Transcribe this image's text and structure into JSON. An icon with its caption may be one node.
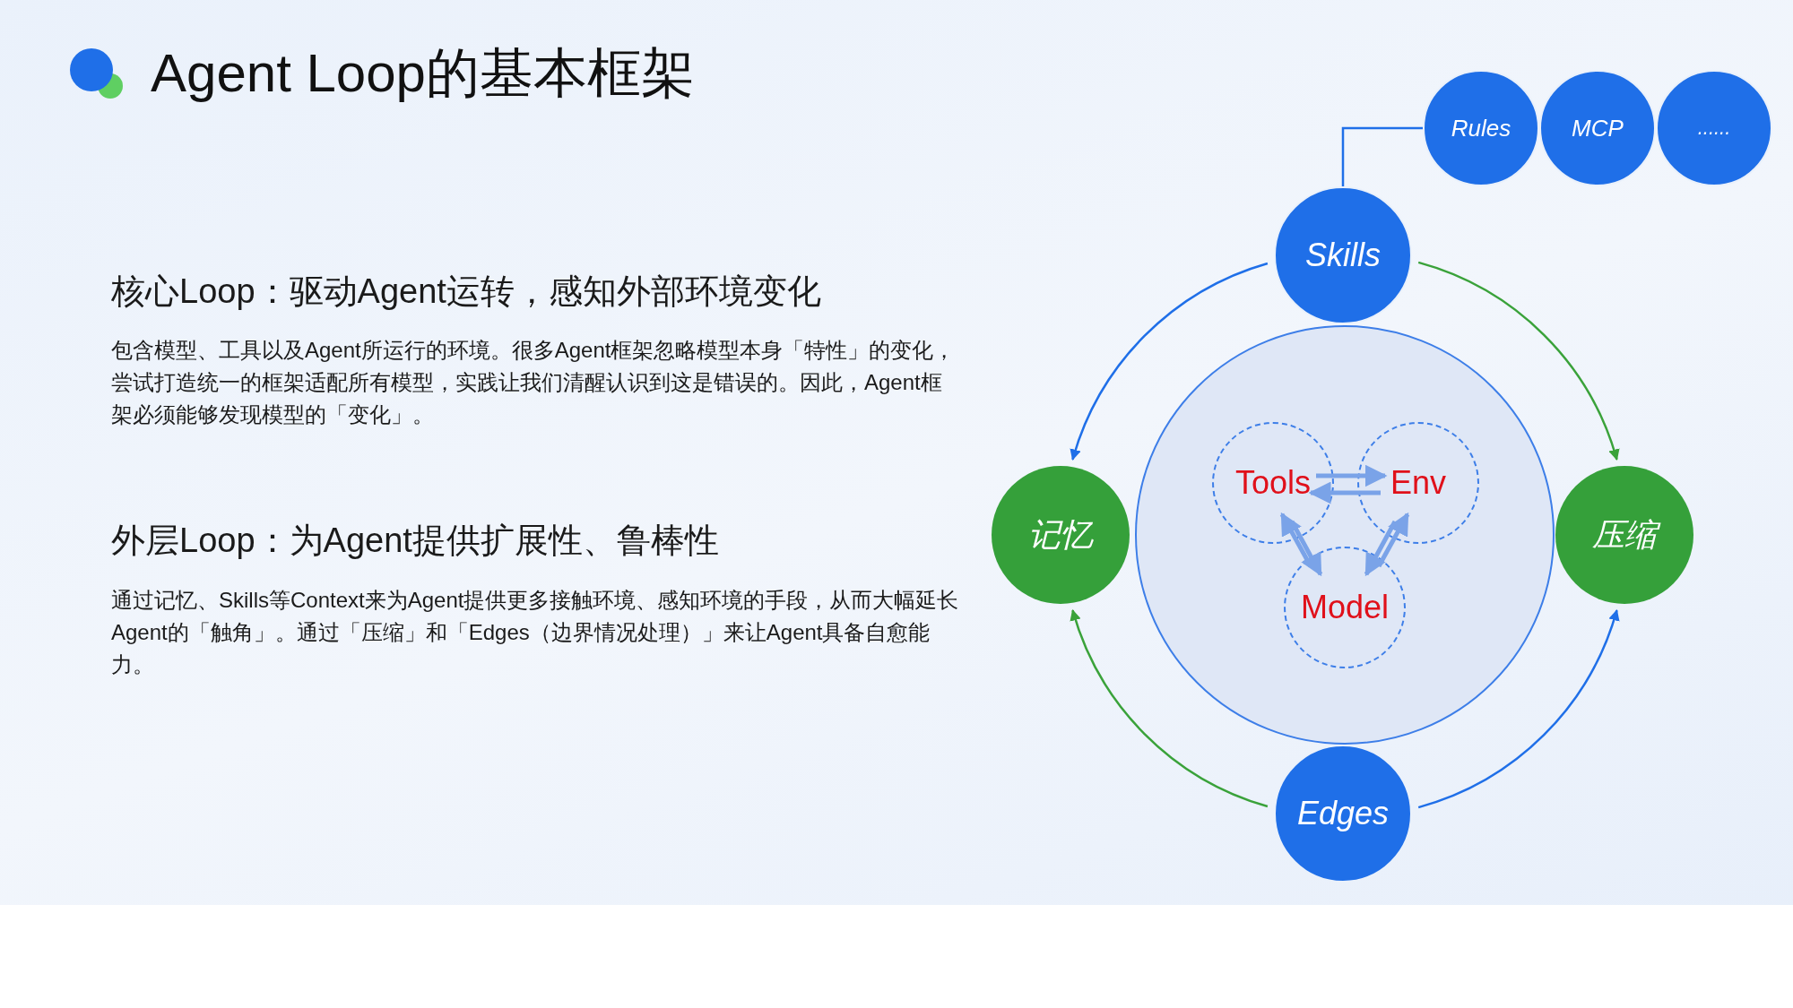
{
  "diagram": {
    "title": "Agent Loop的基本框架",
    "nodes": [
      {
        "text": [
          "Rules"
        ]
      },
      {
        "text": [
          "MCP"
        ]
      },
      {
        "text": [
          "......"
        ]
      },
      {
        "text": [
          "Skills"
        ]
      },
      {
        "text": [
          "记忆"
        ]
      },
      {
        "text": [],
        "shape": "circle"
      },
      {
        "text": [
          "Tools"
        ],
        "in": 5
      },
      {
        "text": [
          "Env"
        ],
        "in": 5
      },
      {
        "text": [
          "Model"
        ],
        "in": 5
      },
      {
        "text": [
          "压缩"
        ]
      },
      {
        "text": [
          "Edges"
        ]
      }
    ],
    "edges": [
      {
        "from": 3,
        "to": 0,
        "arrow": "none",
        "color": "#1f6fe8"
      },
      {
        "from": 3,
        "to": 4,
        "arrow": "to",
        "color": "#1f6fe8"
      },
      {
        "from": 3,
        "to": 9,
        "arrow": "to",
        "color": "#3aa23a"
      },
      {
        "from": 10,
        "to": 4,
        "arrow": "to",
        "color": "#3aa23a"
      },
      {
        "from": 10,
        "to": 9,
        "arrow": "to",
        "color": "#1f6fe8"
      },
      {
        "from": 6,
        "to": 7,
        "arrow": "to"
      },
      {
        "from": 7,
        "to": 6,
        "arrow": "to"
      },
      {
        "from": 8,
        "to": 6,
        "arrow": "to"
      },
      {
        "from": 6,
        "to": 8,
        "arrow": "to"
      },
      {
        "from": 8,
        "to": 7,
        "arrow": "to"
      },
      {
        "from": 7,
        "to": 8,
        "arrow": "to"
      }
    ],
    "labels": [
      "核心Loop：驱动Agent运转，感知外部环境变化",
      "包含模型、工具以及Agent所运行的环境。很多Agent框架忽略模型本身「特性」的变化，尝试打造统一的框架适配所有模型，实践让我们清醒认识到这是错误的。因此，Agent框架必须能够发现模型的「变化」。",
      "外层Loop：为Agent提供扩展性、鲁棒性",
      "通过记忆、Skills等Context来为Agent提供更多接触环境、感知环境的手段，从而大幅延长Agent的「触角」。通过「压缩」和「Edges（边界情况处理）」来让Agent具备自愈能力。"
    ]
  }
}
